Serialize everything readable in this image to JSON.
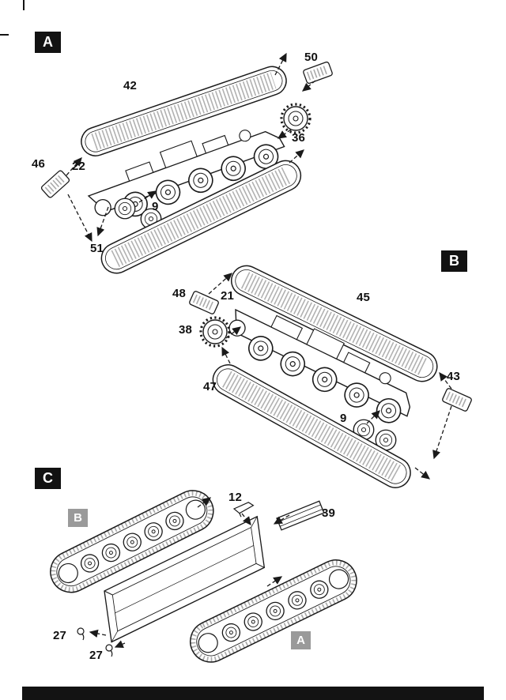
{
  "colors": {
    "ink": "#1a1a1a",
    "page_bg": "#ffffff",
    "badge_bg": "#121212",
    "badge_text": "#ffffff",
    "sub_badge_bg": "#9a9a9a",
    "sub_badge_text": "#fdfdfd"
  },
  "badges": {
    "step_a": "A",
    "step_b": "B",
    "step_c": "C"
  },
  "sub_badges": {
    "assembly_b": "B",
    "assembly_a": "A"
  },
  "parts": {
    "step_a": {
      "p50": "50",
      "p42": "42",
      "p36": "36",
      "p46": "46",
      "p22": "22",
      "p9": "9",
      "p51": "51"
    },
    "step_b": {
      "p48": "48",
      "p21": "21",
      "p45": "45",
      "p38": "38",
      "p47": "47",
      "p43": "43",
      "p9": "9"
    },
    "step_c": {
      "p12": "12",
      "p39": "39",
      "p27_1": "27",
      "p27_2": "27"
    }
  }
}
